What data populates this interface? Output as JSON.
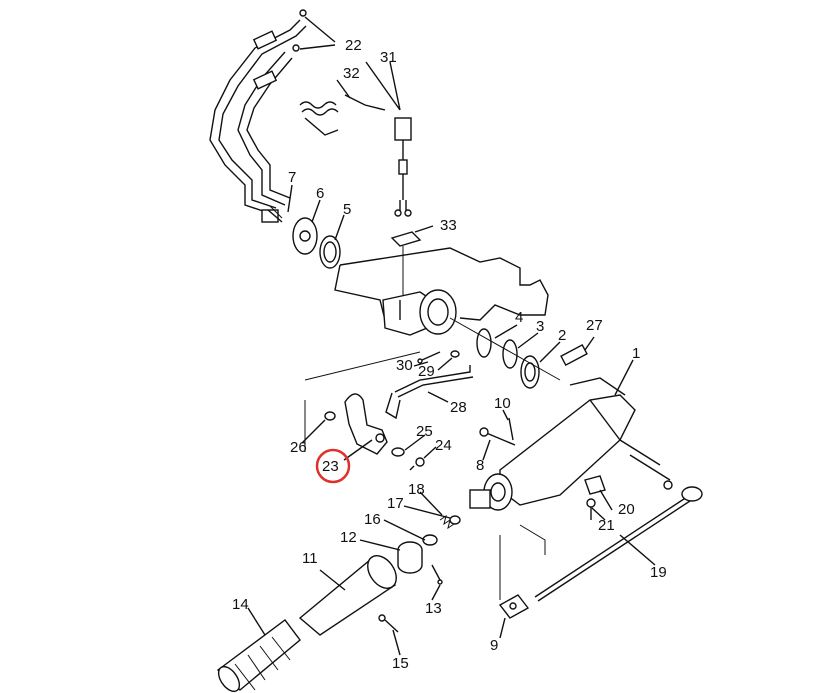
{
  "diagram": {
    "highlight_color": "#e0302c",
    "highlighted_part": "23",
    "callouts": [
      {
        "id": "22",
        "label": "22"
      },
      {
        "id": "31",
        "label": "31"
      },
      {
        "id": "32",
        "label": "32"
      },
      {
        "id": "7",
        "label": "7"
      },
      {
        "id": "6",
        "label": "6"
      },
      {
        "id": "5",
        "label": "5"
      },
      {
        "id": "33",
        "label": "33"
      },
      {
        "id": "4",
        "label": "4"
      },
      {
        "id": "3",
        "label": "3"
      },
      {
        "id": "2",
        "label": "2"
      },
      {
        "id": "27",
        "label": "27"
      },
      {
        "id": "1",
        "label": "1"
      },
      {
        "id": "30",
        "label": "30"
      },
      {
        "id": "29",
        "label": "29"
      },
      {
        "id": "28",
        "label": "28"
      },
      {
        "id": "26",
        "label": "26"
      },
      {
        "id": "25",
        "label": "25"
      },
      {
        "id": "24",
        "label": "24"
      },
      {
        "id": "23",
        "label": "23"
      },
      {
        "id": "10",
        "label": "10"
      },
      {
        "id": "8",
        "label": "8"
      },
      {
        "id": "18",
        "label": "18"
      },
      {
        "id": "17",
        "label": "17"
      },
      {
        "id": "16",
        "label": "16"
      },
      {
        "id": "12",
        "label": "12"
      },
      {
        "id": "11",
        "label": "11"
      },
      {
        "id": "20",
        "label": "20"
      },
      {
        "id": "21",
        "label": "21"
      },
      {
        "id": "19",
        "label": "19"
      },
      {
        "id": "14",
        "label": "14"
      },
      {
        "id": "13",
        "label": "13"
      },
      {
        "id": "15",
        "label": "15"
      },
      {
        "id": "9",
        "label": "9"
      }
    ]
  }
}
